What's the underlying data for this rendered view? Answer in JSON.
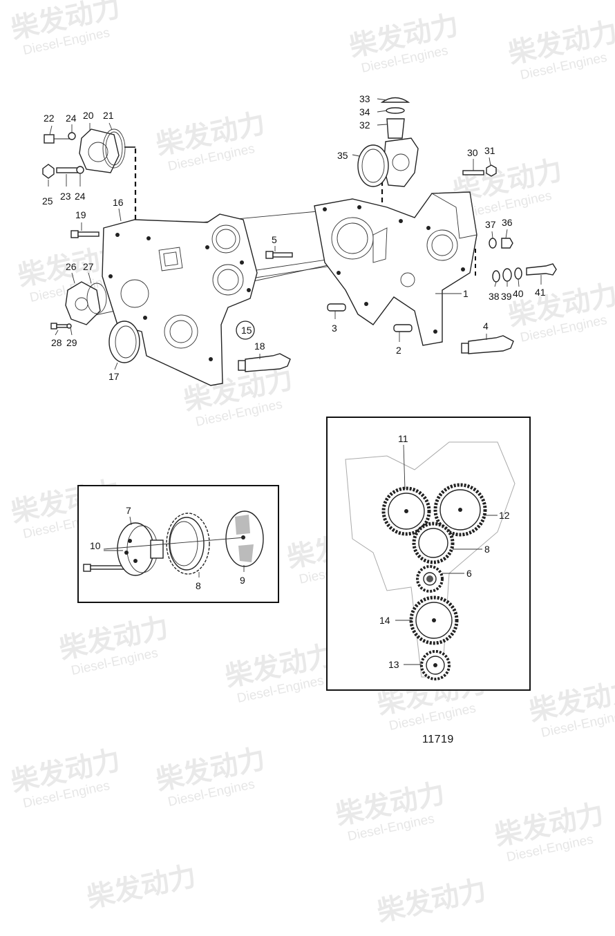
{
  "watermark": {
    "cn": "柴发动力",
    "en": "Diesel-Engines"
  },
  "diagram_number": "11719",
  "callouts": {
    "c1": "1",
    "c2": "2",
    "c3": "3",
    "c4": "4",
    "c5": "5",
    "c6": "6",
    "c7": "7",
    "c8a": "8",
    "c8b": "8",
    "c9": "9",
    "c10": "10",
    "c11": "11",
    "c12": "12",
    "c13": "13",
    "c14": "14",
    "c15": "15",
    "c16": "16",
    "c17": "17",
    "c18": "18",
    "c19": "19",
    "c20": "20",
    "c21": "21",
    "c22": "22",
    "c23": "23",
    "c24a": "24",
    "c24b": "24",
    "c25": "25",
    "c26": "26",
    "c27": "27",
    "c28": "28",
    "c29": "29",
    "c30": "30",
    "c31": "31",
    "c32": "32",
    "c33": "33",
    "c34": "34",
    "c35": "35",
    "c36": "36",
    "c37": "37",
    "c38": "38",
    "c39": "39",
    "c40": "40",
    "c41": "41"
  }
}
